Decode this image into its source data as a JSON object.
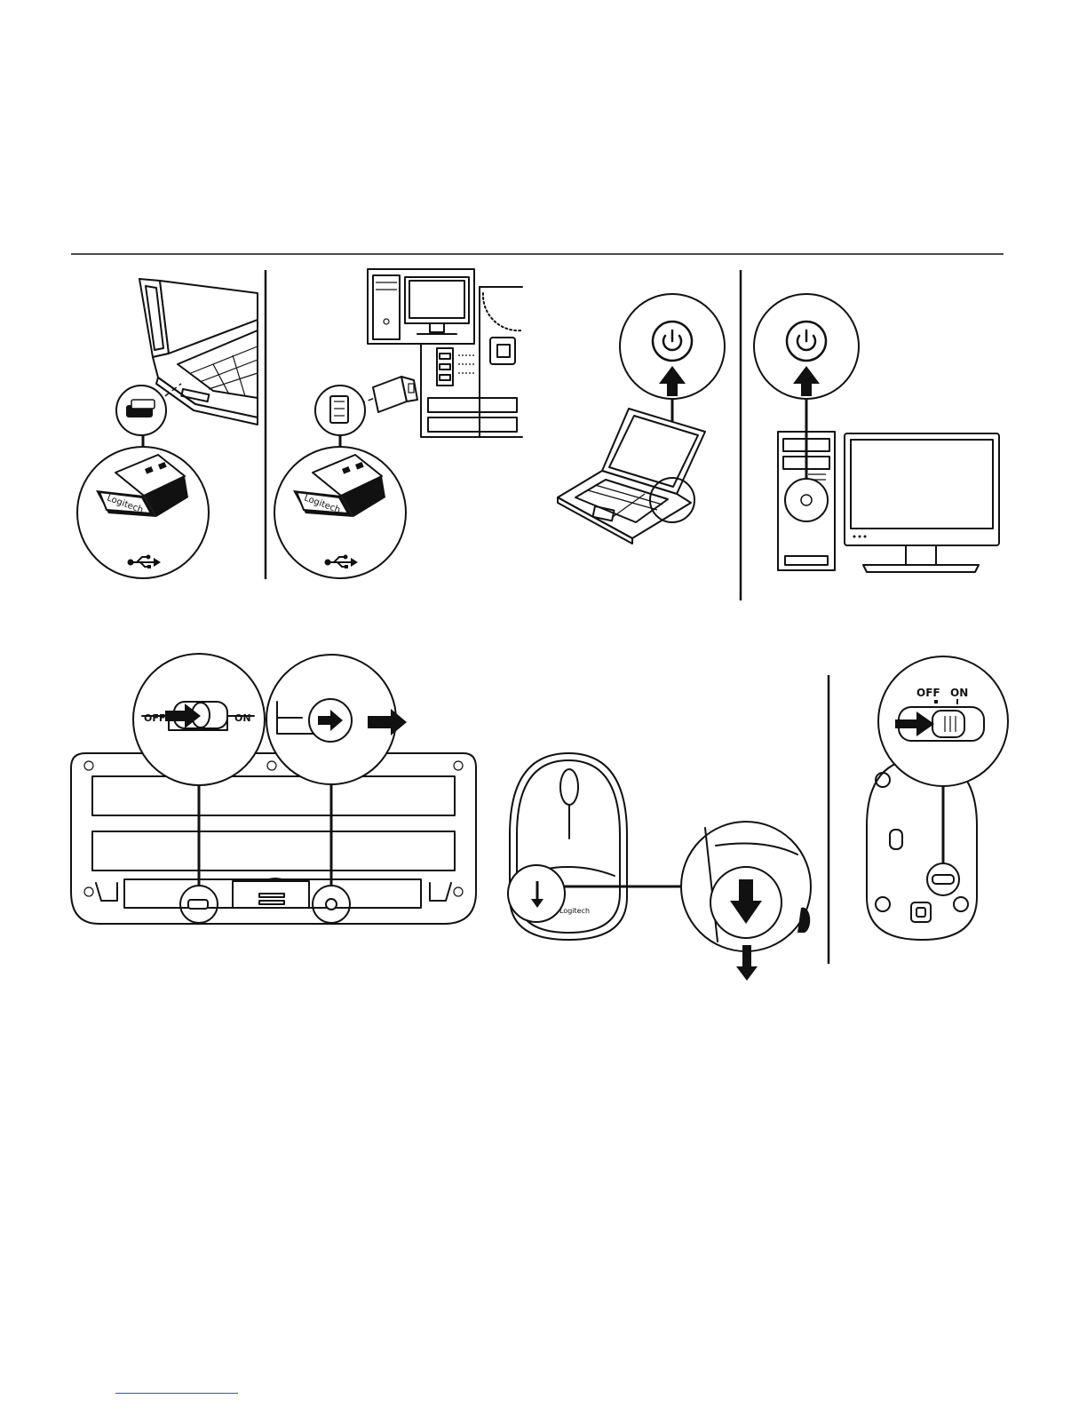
{
  "labels": {
    "dongle_brand": "Logitech",
    "keyboard_switch_off": "OFF",
    "keyboard_switch_on": "ON",
    "mouse_switch_off": "OFF",
    "mouse_switch_on": "ON",
    "mouse_brand": "Logitech"
  },
  "icons": [
    "usb-icon",
    "power-icon",
    "arrow-right-icon",
    "arrow-down-icon",
    "arrow-up-icon"
  ],
  "colors": {
    "ink": "#111111",
    "paper": "#ffffff",
    "footer_rule": "#3a52b0"
  }
}
